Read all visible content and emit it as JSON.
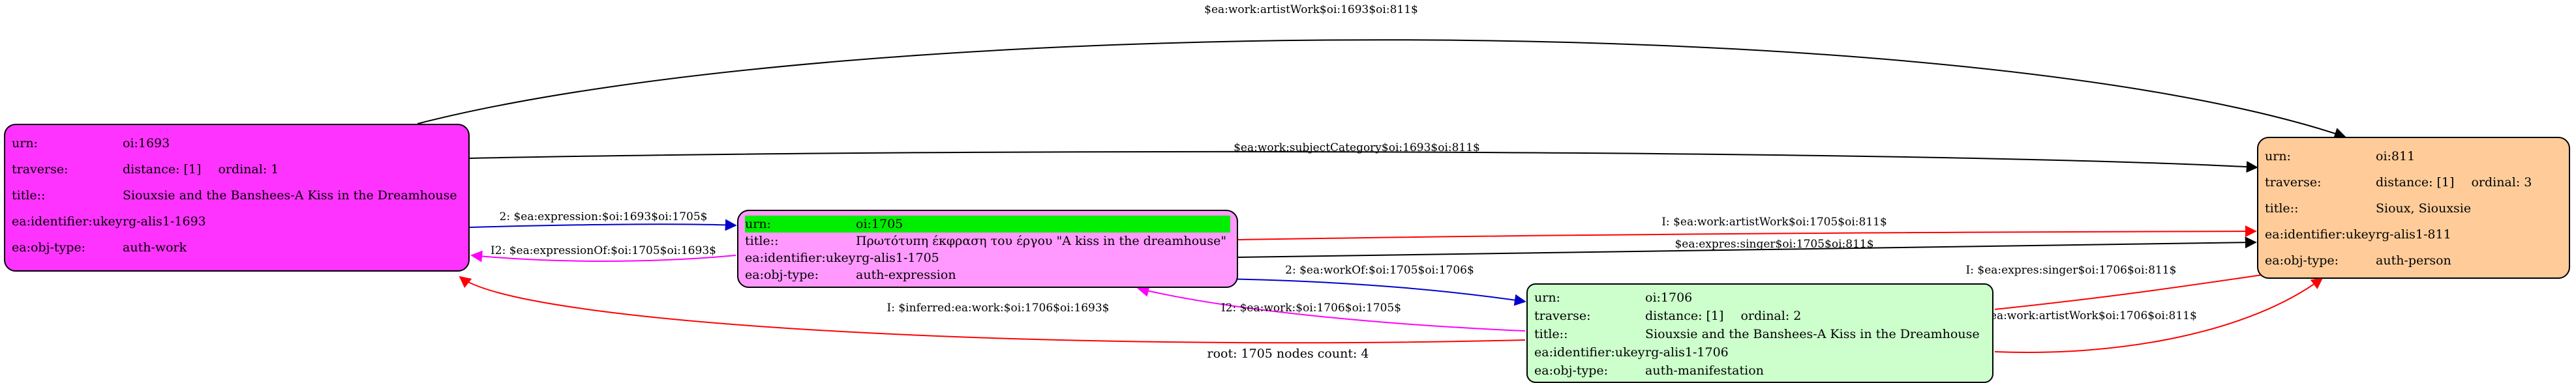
{
  "caption": "root: 1705 nodes count: 4",
  "nodes": {
    "n1693": {
      "color": "#ff33ff",
      "rows": [
        {
          "k": "urn:",
          "v": "oi:1693"
        },
        {
          "k": "traverse:",
          "v": "distance: [1]",
          "v2": "ordinal: 1"
        },
        {
          "k": "title::",
          "v": "Siouxsie and the Banshees-A Kiss in the Dreamhouse"
        },
        {
          "k": "ea:identifier:ukey",
          "v": "rg-alis1-1693"
        },
        {
          "k": "ea:obj-type:",
          "v": "auth-work"
        }
      ]
    },
    "n1705": {
      "color": "#ff99ff",
      "rootHighlight": "#00ee00",
      "rows": [
        {
          "k": "urn:",
          "v": "oi:1705"
        },
        {
          "k": "title::",
          "v": "Πρωτότυπη έκφραση του έργου \"A kiss in the dreamhouse\""
        },
        {
          "k": "ea:identifier:ukey",
          "v": "rg-alis1-1705"
        },
        {
          "k": "ea:obj-type:",
          "v": "auth-expression"
        }
      ]
    },
    "n1706": {
      "color": "#ccffcc",
      "rows": [
        {
          "k": "urn:",
          "v": "oi:1706"
        },
        {
          "k": "traverse:",
          "v": "distance: [1]",
          "v2": "ordinal: 2"
        },
        {
          "k": "title::",
          "v": "Siouxsie and the Banshees-A Kiss in the Dreamhouse"
        },
        {
          "k": "ea:identifier:ukey",
          "v": "rg-alis1-1706"
        },
        {
          "k": "ea:obj-type:",
          "v": "auth-manifestation"
        }
      ]
    },
    "n811": {
      "color": "#ffcc99",
      "rows": [
        {
          "k": "urn:",
          "v": "oi:811"
        },
        {
          "k": "traverse:",
          "v": "distance: [1]",
          "v2": "ordinal: 3"
        },
        {
          "k": "title::",
          "v": "Sioux, Siouxsie"
        },
        {
          "k": "ea:identifier:ukey",
          "v": "rg-alis1-811"
        },
        {
          "k": "ea:obj-type:",
          "v": "auth-person"
        }
      ]
    }
  },
  "edges": [
    {
      "id": "e1",
      "label": "$ea:work:artistWork$oi:1693$oi:811$",
      "color": "#000000"
    },
    {
      "id": "e2",
      "label": "$ea:work:subjectCategory$oi:1693$oi:811$",
      "color": "#000000"
    },
    {
      "id": "e3",
      "label": "2: $ea:expression:$oi:1693$oi:1705$",
      "color": "#0000cc"
    },
    {
      "id": "e4",
      "label": "I2: $ea:expressionOf:$oi:1705$oi:1693$",
      "color": "#ff00ff"
    },
    {
      "id": "e5",
      "label": "I: $ea:work:artistWork$oi:1705$oi:811$",
      "color": "#ff0000"
    },
    {
      "id": "e6",
      "label": "$ea:expres:singer$oi:1705$oi:811$",
      "color": "#000000"
    },
    {
      "id": "e7",
      "label": "2: $ea:workOf:$oi:1705$oi:1706$",
      "color": "#0000cc"
    },
    {
      "id": "e8",
      "label": "I2: $ea:work:$oi:1706$oi:1705$",
      "color": "#ff00ff"
    },
    {
      "id": "e9",
      "label": "I: $inferred:ea:work:$oi:1706$oi:1693$",
      "color": "#ff0000"
    },
    {
      "id": "e10",
      "label": "I: $ea:expres:singer$oi:1706$oi:811$",
      "color": "#ff0000"
    },
    {
      "id": "e11",
      "label": "I: $ea:work:artistWork$oi:1706$oi:811$",
      "color": "#ff0000"
    }
  ]
}
